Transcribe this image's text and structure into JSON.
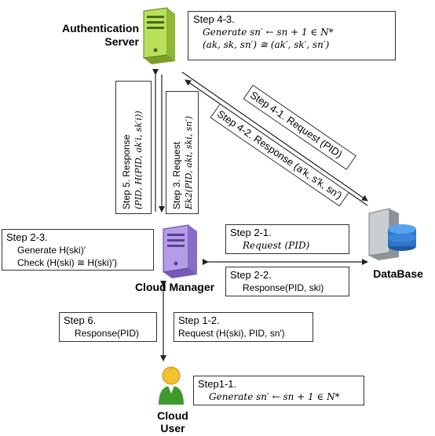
{
  "nodes": {
    "auth_server": "Authentication\nServer",
    "cloud_manager": "Cloud Manager",
    "database": "DataBase",
    "cloud_user_1": "Cloud",
    "cloud_user_2": "User"
  },
  "steps": {
    "s4_3_title": "Step 4-3.",
    "s4_3_line1": "Generate sn′ ← sn + 1 ∈ N*",
    "s4_3_line2": "(ak, sk, sn′) ≅ (ak′, sk′, sn′)",
    "s2_3_title": "Step 2-3.",
    "s2_3_line1": "Generate H(ski)′",
    "s2_3_line2": "Check (H(ski) ≅ H(ski)′)",
    "s2_1_title": "Step 2-1.",
    "s2_1_line1": "Request (PID)",
    "s2_2_title": "Step 2-2.",
    "s2_2_line1": "Response(PID, ski)",
    "s6_title": "Step 6.",
    "s6_line1": "Response(PID)",
    "s1_2_title": "Step 1-2.",
    "s1_2_line1": "Request (H(ski), PID, sn′)",
    "s1_1_title": "Step1-1.",
    "s1_1_line1": "Generate sn′ ← sn + 1 ∈ N*",
    "s5_line1": "Step 5. Response",
    "s5_line2": "(PID, H(PID, ak′i, sk′i))",
    "s3_line1": "Step 3.  Request",
    "s3_line2": "Ek2(PID, aki, ski, sn′)",
    "s4_1": "Step 4-1.  Request (PID)",
    "s4_2": "Step 4-2.  Response (a′k, s′k, sn′)"
  },
  "colors": {
    "server_green": "#a6d24a",
    "manager_purple": "#a58bd6",
    "db_blue": "#2f74c6",
    "user_yellow": "#f2c12e",
    "user_green": "#3f9a2e"
  }
}
